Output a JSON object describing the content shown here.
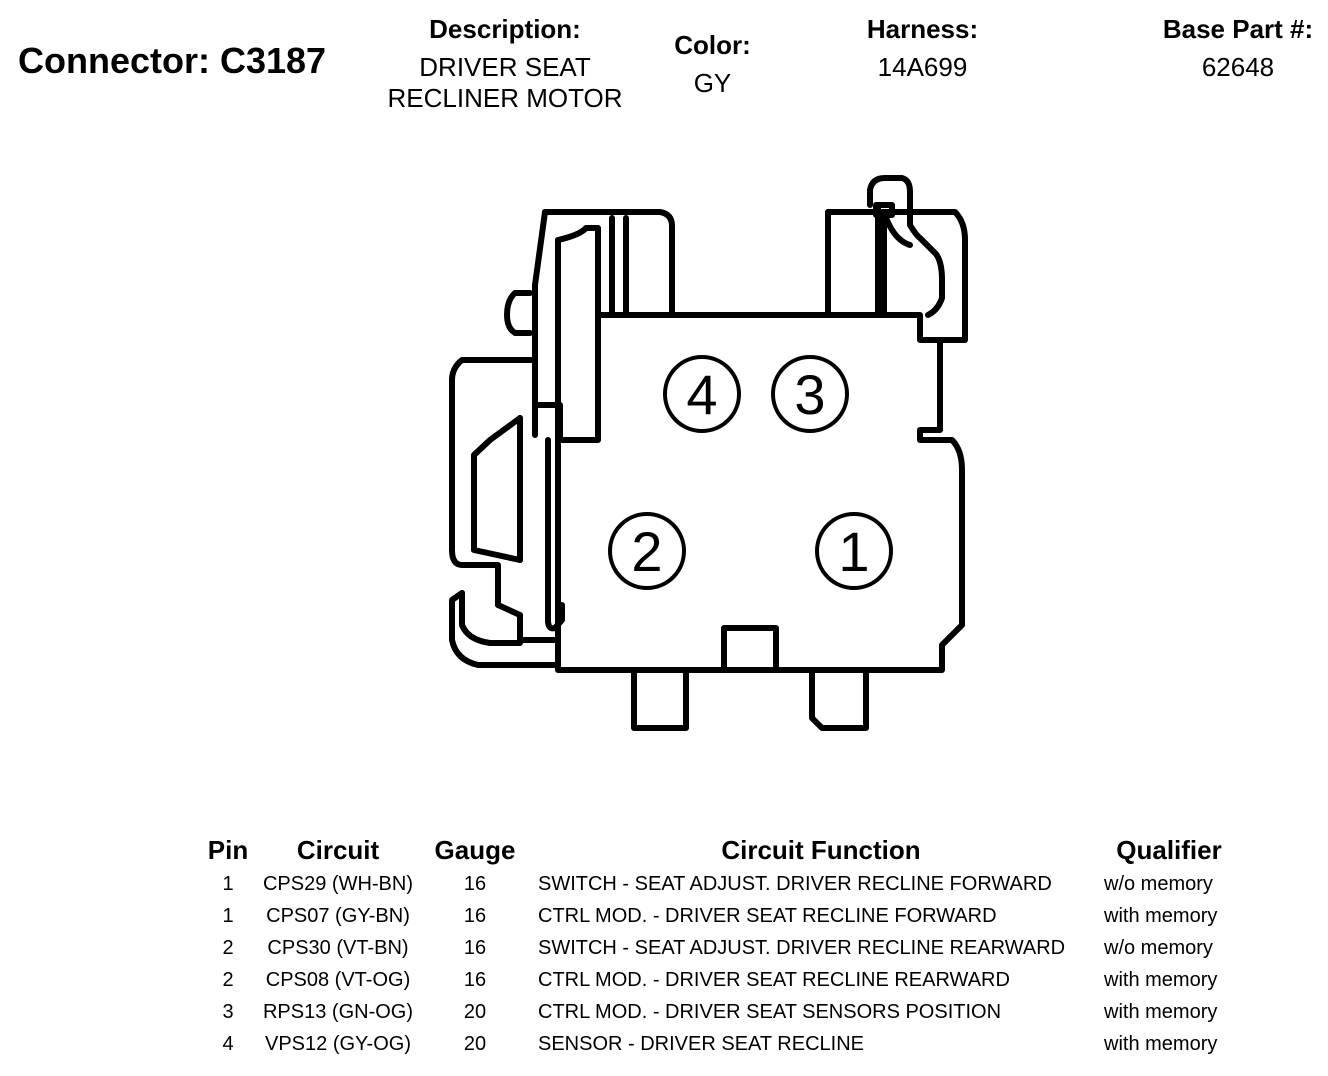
{
  "connector": {
    "label": "Connector: C3187"
  },
  "header": {
    "description": {
      "label": "Description:",
      "line1": "DRIVER SEAT",
      "line2": "RECLINER MOTOR"
    },
    "color": {
      "label": "Color:",
      "value": "GY"
    },
    "harness": {
      "label": "Harness:",
      "value": "14A699"
    },
    "base_part": {
      "label": "Base Part #:",
      "value": "62648"
    }
  },
  "pins": [
    "4",
    "3",
    "2",
    "1"
  ],
  "table": {
    "headers": {
      "pin": "Pin",
      "circuit": "Circuit",
      "gauge": "Gauge",
      "function": "Circuit Function",
      "qualifier": "Qualifier"
    },
    "rows": [
      {
        "pin": "1",
        "circuit": "CPS29 (WH-BN)",
        "gauge": "16",
        "function": "SWITCH - SEAT ADJUST. DRIVER RECLINE FORWARD",
        "qualifier": "w/o memory"
      },
      {
        "pin": "1",
        "circuit": "CPS07 (GY-BN)",
        "gauge": "16",
        "function": "CTRL MOD. - DRIVER SEAT RECLINE FORWARD",
        "qualifier": "with memory"
      },
      {
        "pin": "2",
        "circuit": "CPS30 (VT-BN)",
        "gauge": "16",
        "function": "SWITCH - SEAT ADJUST. DRIVER RECLINE REARWARD",
        "qualifier": "w/o memory"
      },
      {
        "pin": "2",
        "circuit": "CPS08 (VT-OG)",
        "gauge": "16",
        "function": "CTRL MOD. - DRIVER SEAT RECLINE REARWARD",
        "qualifier": "with memory"
      },
      {
        "pin": "3",
        "circuit": "RPS13 (GN-OG)",
        "gauge": "20",
        "function": "CTRL MOD. - DRIVER SEAT SENSORS POSITION",
        "qualifier": "with memory"
      },
      {
        "pin": "4",
        "circuit": "VPS12 (GY-OG)",
        "gauge": "20",
        "function": "SENSOR - DRIVER SEAT RECLINE",
        "qualifier": "with memory"
      }
    ]
  }
}
